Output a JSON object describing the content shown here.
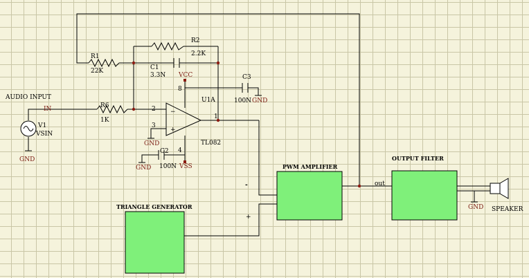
{
  "input": {
    "label": "AUDIO INPUT",
    "net": "IN",
    "source_ref": "V1",
    "source_value": "VSIN",
    "ground": "GND"
  },
  "resistors": {
    "r1": {
      "ref": "R1",
      "value": "22K"
    },
    "r2": {
      "ref": "R2",
      "value": "2.2K"
    },
    "r6": {
      "ref": "R6",
      "value": "1K"
    }
  },
  "capacitors": {
    "c1": {
      "ref": "C1",
      "value": "3.3N"
    },
    "c2": {
      "ref": "C2",
      "value": "100N"
    },
    "c3": {
      "ref": "C3",
      "value": "100N"
    }
  },
  "opamp": {
    "ref": "U1A",
    "part": "TL082",
    "pin_inv": "2",
    "pin_noninv": "3",
    "pin_out": "1",
    "pin_vcc": "8",
    "pin_vss": "4",
    "sign_minus": "−",
    "sign_plus": "+"
  },
  "power": {
    "vcc": "VCC",
    "vss": "VSS",
    "gnd": "GND"
  },
  "blocks": {
    "pwm": "PWM AMPLIFIER",
    "triangle": "TRIANGLE GENERATOR",
    "filter": "OUTPUT FILTER",
    "speaker": "SPEAKER"
  },
  "pwm_inputs": {
    "minus": "-",
    "plus": "+"
  },
  "out_net": "out"
}
